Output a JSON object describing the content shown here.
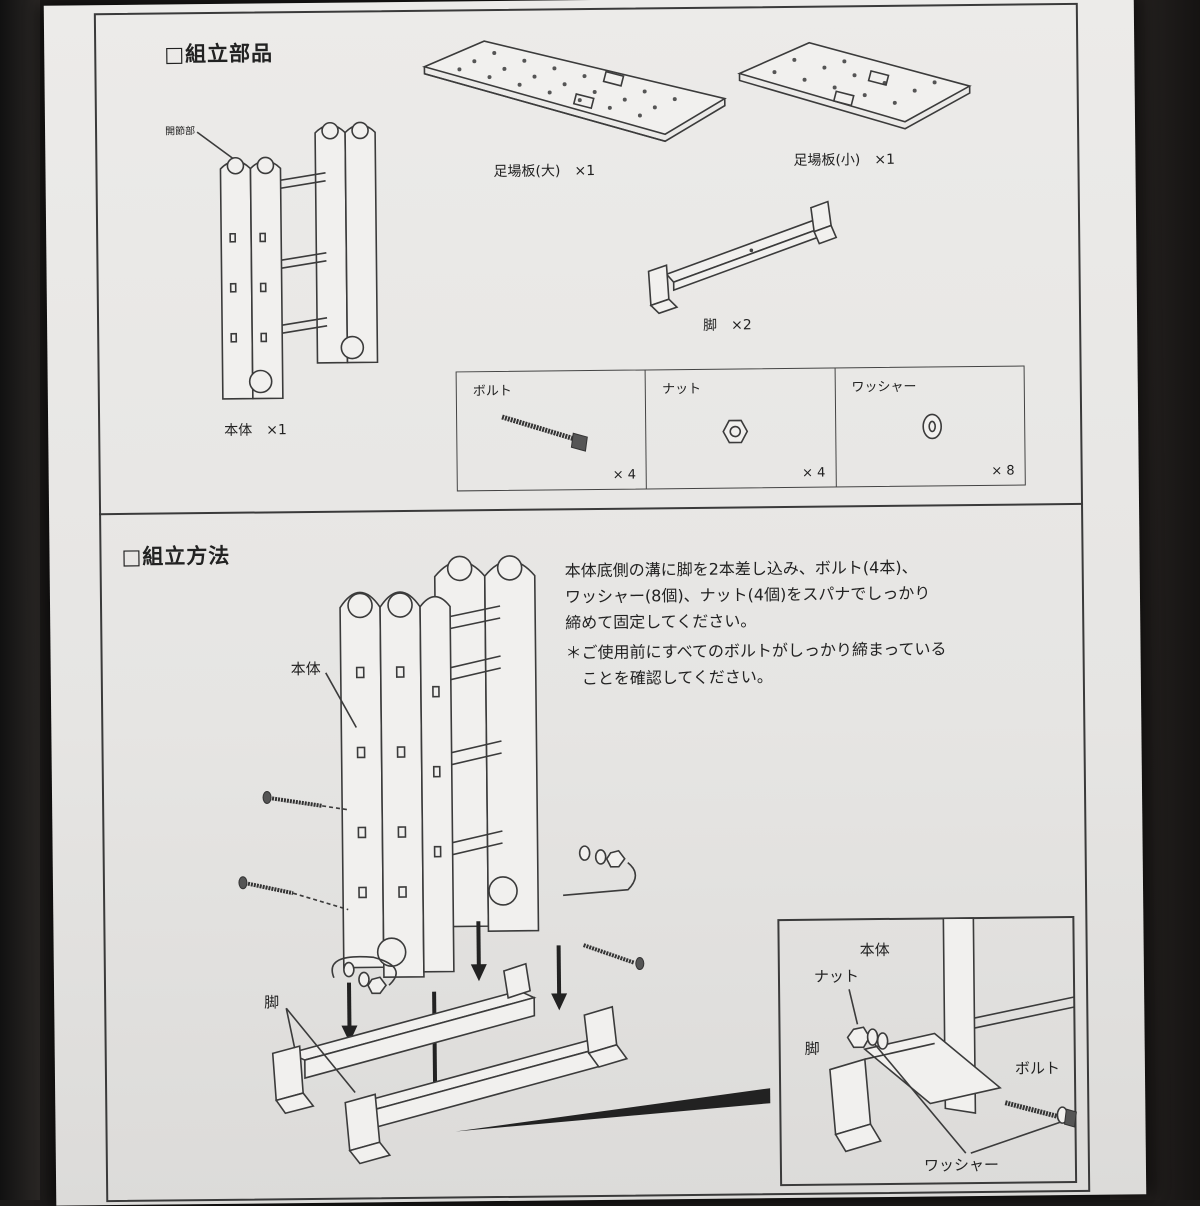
{
  "sections": {
    "parts_title": "□組立部品",
    "method_title": "□組立方法"
  },
  "parts": {
    "hinge_label": "開節部",
    "main_body": "本体　×1",
    "board_large": "足場板(大)　×1",
    "board_small": "足場板(小)　×1",
    "legs": "脚　×2"
  },
  "hardware": [
    {
      "name": "ボルト",
      "qty": "× 4"
    },
    {
      "name": "ナット",
      "qty": "× 4"
    },
    {
      "name": "ワッシャー",
      "qty": "× 8"
    }
  ],
  "instructions": {
    "line1": "本体底側の溝に脚を2本差し込み、ボルト(4本)、",
    "line2": "ワッシャー(8個)、ナット(4個)をスパナでしっかり",
    "line3": "締めて固定してください。",
    "note1": "＊ご使用前にすべてのボルトがしっかり締まっている",
    "note2": "　ことを確認してください。"
  },
  "diagram_labels": {
    "body": "本体",
    "leg": "脚"
  },
  "detail_labels": {
    "body": "本体",
    "nut": "ナット",
    "leg": "脚",
    "bolt": "ボルト",
    "washer": "ワッシャー"
  },
  "colors": {
    "paper": "#ecebe9",
    "ink": "#222222",
    "desk": "#1c1a19"
  }
}
